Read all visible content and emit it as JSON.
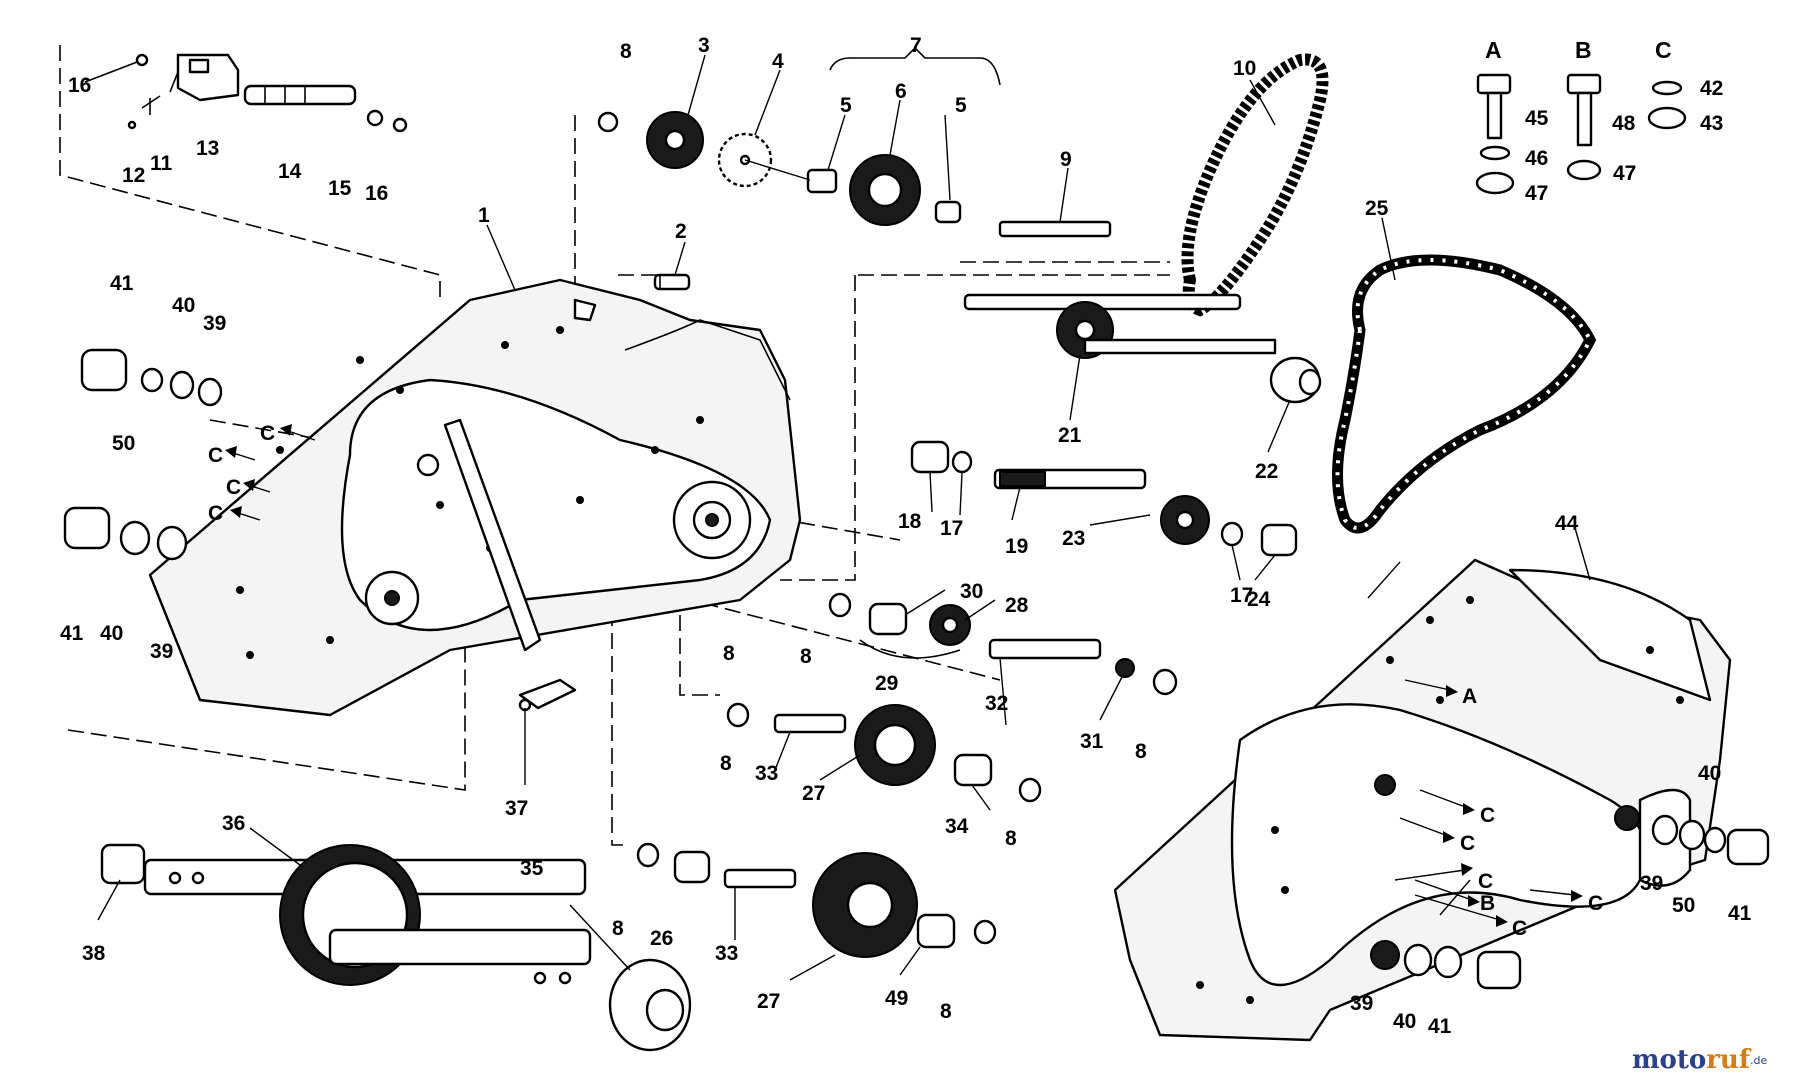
{
  "labels": {
    "l1": "1",
    "l2": "2",
    "l3": "3",
    "l4": "4",
    "l5a": "5",
    "l5b": "5",
    "l6": "6",
    "l7": "7",
    "l8a": "8",
    "l9": "9",
    "l10": "10",
    "l11": "11",
    "l12": "12",
    "l13": "13",
    "l14": "14",
    "l15": "15",
    "l16a": "16",
    "l16b": "16",
    "l17a": "17",
    "l17b": "17",
    "l18": "18",
    "l19": "19",
    "l21": "21",
    "l22": "22",
    "l23": "23",
    "l24": "24",
    "l25": "25",
    "l26": "26",
    "l27a": "27",
    "l27b": "27",
    "l28": "28",
    "l29": "29",
    "l30": "30",
    "l31": "31",
    "l32": "32",
    "l33a": "33",
    "l33b": "33",
    "l34": "34",
    "l35": "35",
    "l36": "36",
    "l37": "37",
    "l38": "38",
    "l39a": "39",
    "l39b": "39",
    "l39c": "39",
    "l39d": "39",
    "l40a": "40",
    "l40b": "40",
    "l40c": "40",
    "l40d": "40",
    "l41a": "41",
    "l41b": "41",
    "l41c": "41",
    "l41d": "41",
    "l42": "42",
    "l43": "43",
    "l44": "44",
    "l45": "45",
    "l46": "46",
    "l47a": "47",
    "l47b": "47",
    "l48": "48",
    "l49": "49",
    "l50a": "50",
    "l50b": "50",
    "l8b": "8",
    "l8c": "8",
    "l8d": "8",
    "l8e": "8",
    "l8f": "8",
    "l8g": "8",
    "l8h": "8"
  },
  "hardware_legend": {
    "a": "A",
    "b": "B",
    "c": "C"
  },
  "callouts": {
    "c_left_1": "C",
    "c_left_2": "C",
    "c_left_3": "C",
    "c_left_4": "C",
    "c_right_1": "C",
    "c_right_2": "C",
    "c_right_3": "C",
    "c_right_4": "C",
    "c_right_5": "C",
    "a_right": "A",
    "b_right": "B"
  },
  "watermark": {
    "part1": "moto",
    "part2": "ruf",
    "suffix": ".de"
  },
  "colors": {
    "ink": "#000000",
    "paper": "#ffffff",
    "watermark_blue": "#2a3f8f",
    "watermark_orange": "#d97a12"
  }
}
